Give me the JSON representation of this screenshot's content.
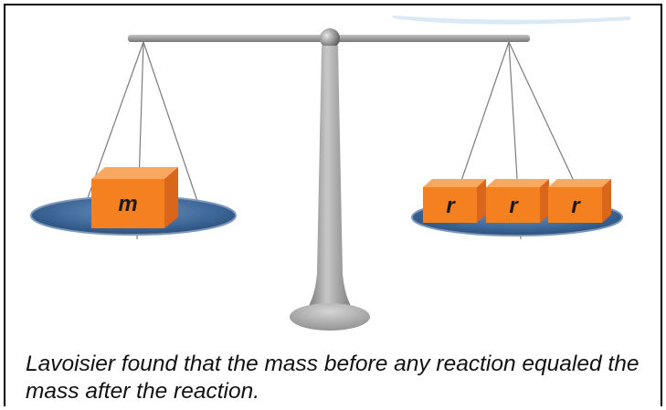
{
  "diagram": {
    "left_block_label": "m",
    "right_block_labels": [
      "r",
      "r",
      "r"
    ],
    "caption": "Lavoisier found that the mass before any reaction equaled the mass after the reaction."
  },
  "colors": {
    "block_front": "#f4801f",
    "block_top": "#f9a860",
    "block_side": "#d9661a",
    "pan": "#2f5c8e",
    "pan_rim": "#6d8bb3",
    "stand": "#8e8e8e"
  }
}
